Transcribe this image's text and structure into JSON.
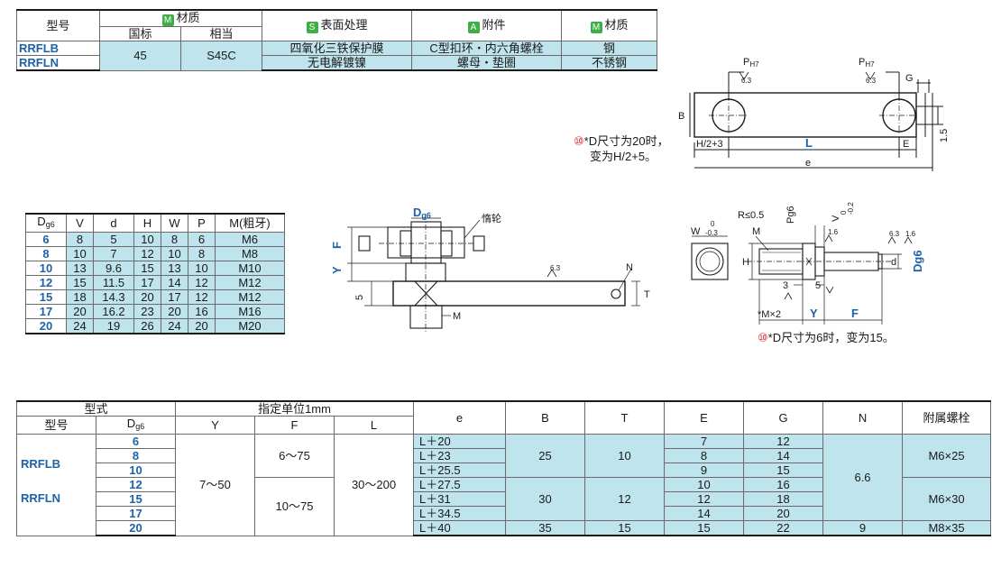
{
  "material_table": {
    "model_header": "型号",
    "material_header": "材质",
    "material_sub": [
      "国标",
      "相当"
    ],
    "surface_header": "表面处理",
    "accessory_header": "附件",
    "material2_header": "材质",
    "badges": {
      "material": "M",
      "surface": "S",
      "accessory": "A",
      "material2": "M"
    },
    "rows": [
      {
        "model": "RRFLB",
        "gb": "45",
        "equiv": "S45C",
        "surface": "四氧化三铁保护膜",
        "accessory": "C型扣环・内六角螺栓",
        "mat2": "钢"
      },
      {
        "model": "RRFLN",
        "surface": "无电解镀镍",
        "accessory": "螺母・垫圈",
        "mat2": "不锈钢"
      }
    ]
  },
  "dims_table": {
    "headers": [
      "D",
      "V",
      "d",
      "H",
      "W",
      "P",
      "M(粗牙)"
    ],
    "d_sub": "g6",
    "rows": [
      [
        "6",
        "8",
        "5",
        "10",
        "8",
        "6",
        "M6"
      ],
      [
        "8",
        "10",
        "7",
        "12",
        "10",
        "8",
        "M8"
      ],
      [
        "10",
        "13",
        "9.6",
        "15",
        "13",
        "10",
        "M10"
      ],
      [
        "12",
        "15",
        "11.5",
        "17",
        "14",
        "12",
        "M12"
      ],
      [
        "15",
        "18",
        "14.3",
        "20",
        "17",
        "12",
        "M12"
      ],
      [
        "17",
        "20",
        "16.2",
        "23",
        "20",
        "16",
        "M16"
      ],
      [
        "20",
        "24",
        "19",
        "26",
        "24",
        "20",
        "M20"
      ]
    ]
  },
  "spec_table": {
    "group_type": "型式",
    "group_unit": "指定单位1mm",
    "model_header": "型号",
    "d_header": "D",
    "d_sub": "g6",
    "headers": {
      "y": "Y",
      "f": "F",
      "l": "L",
      "e": "e",
      "b": "B",
      "t": "T",
      "e_cap": "E",
      "g": "G",
      "n": "N",
      "bolt": "附属螺栓"
    },
    "models": [
      "RRFLB",
      "RRFLN"
    ],
    "y_range": "7～50",
    "f_ranges": [
      "6～75",
      "10～75"
    ],
    "l_range": "30～200",
    "rows": [
      {
        "d": "6",
        "e": "L＋20",
        "E": "7",
        "G": "12"
      },
      {
        "d": "8",
        "e": "L＋23",
        "E": "8",
        "G": "14"
      },
      {
        "d": "10",
        "e": "L＋25.5",
        "E": "9",
        "G": "15"
      },
      {
        "d": "12",
        "e": "L＋27.5",
        "E": "10",
        "G": "16"
      },
      {
        "d": "15",
        "e": "L＋31",
        "E": "12",
        "G": "18"
      },
      {
        "d": "17",
        "e": "L＋34.5",
        "E": "14",
        "G": "20"
      },
      {
        "d": "20",
        "e": "L＋40",
        "E": "15",
        "G": "22"
      }
    ],
    "b_groups": [
      "25",
      "30",
      "35"
    ],
    "t_groups": [
      "10",
      "12",
      "15"
    ],
    "n_groups": [
      "6.6",
      "9"
    ],
    "bolt_groups": [
      "M6×25",
      "M6×30",
      "M8×35"
    ]
  },
  "drawings": {
    "top": {
      "p1": "P",
      "p1_sub": "H7",
      "p2": "P",
      "p2_sub": "H7",
      "roughness": "6.3",
      "g": "G",
      "b": "B",
      "dim_15": "1.5",
      "h_half": "H/2+3",
      "l": "L",
      "e_cap": "E",
      "e": "e",
      "note_marker": "⑩",
      "note_line1": "*D尺寸为20时，",
      "note_line2": "变为H/2+5。"
    },
    "assembly": {
      "dg6": "D",
      "dg6_sub": "g6",
      "idler": "惰轮",
      "f": "F",
      "y": "Y",
      "five": "5",
      "n": "N",
      "t": "T",
      "m": "M",
      "roughness": "6.3"
    },
    "shaft": {
      "r": "R≤0.5",
      "pg6": "Pg6",
      "v": "V",
      "v_tol": [
        "0",
        "-0.2"
      ],
      "w": "W",
      "w_tol": [
        "0",
        "-0.3"
      ],
      "m": "M",
      "h": "H",
      "d": "d",
      "dg6": "Dg6",
      "three": "3",
      "five": "5",
      "mx2": "*M×2",
      "y": "Y",
      "f": "F",
      "roughness": [
        "6.3",
        "1.6",
        "1.6"
      ],
      "note_marker": "⑩",
      "note": "*D尺寸为6时，变为15。"
    }
  }
}
